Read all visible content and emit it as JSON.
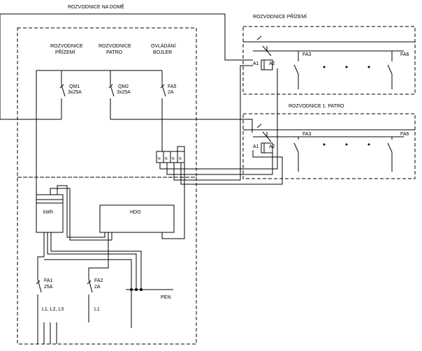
{
  "labels": {
    "main_board": "ROZVODNICE NA DOMĚ",
    "ground_board": "ROZVODNICE PŘÍZEMÍ",
    "first_floor_board": "ROZVODNICE 1. PATRO",
    "col_ground_1": "ROZVODNICE",
    "col_ground_2": "PŘÍZEMÍ",
    "col_floor_1": "ROZVODNICE",
    "col_floor_2": "PATRO",
    "col_boiler_1": "OVLÁDÁNÍ",
    "col_boiler_2": "BOJLER",
    "qm1_name": "QM1",
    "qm1_rating": "3x25A",
    "qm2_name": "QM2",
    "qm2_rating": "3x25A",
    "fa5_name": "FA5",
    "fa5_rating": "2A",
    "kwh": "kWh",
    "hdo": "HDO",
    "fa1_name": "FA1",
    "fa1_rating": "25A",
    "fa2_name": "FA2",
    "fa2_rating": "2A",
    "phases_main": "L1, L2, L3",
    "phase_hdo": "L1",
    "pen": "PEN",
    "ground_fa3": "FA3",
    "ground_fa6": "FA6",
    "ground_a1": "A1",
    "ground_a2": "A2",
    "floor_fa3": "FA3",
    "floor_fa6": "FA6",
    "floor_a1": "A1",
    "floor_a2": "A2",
    "terminal_n": "N"
  }
}
